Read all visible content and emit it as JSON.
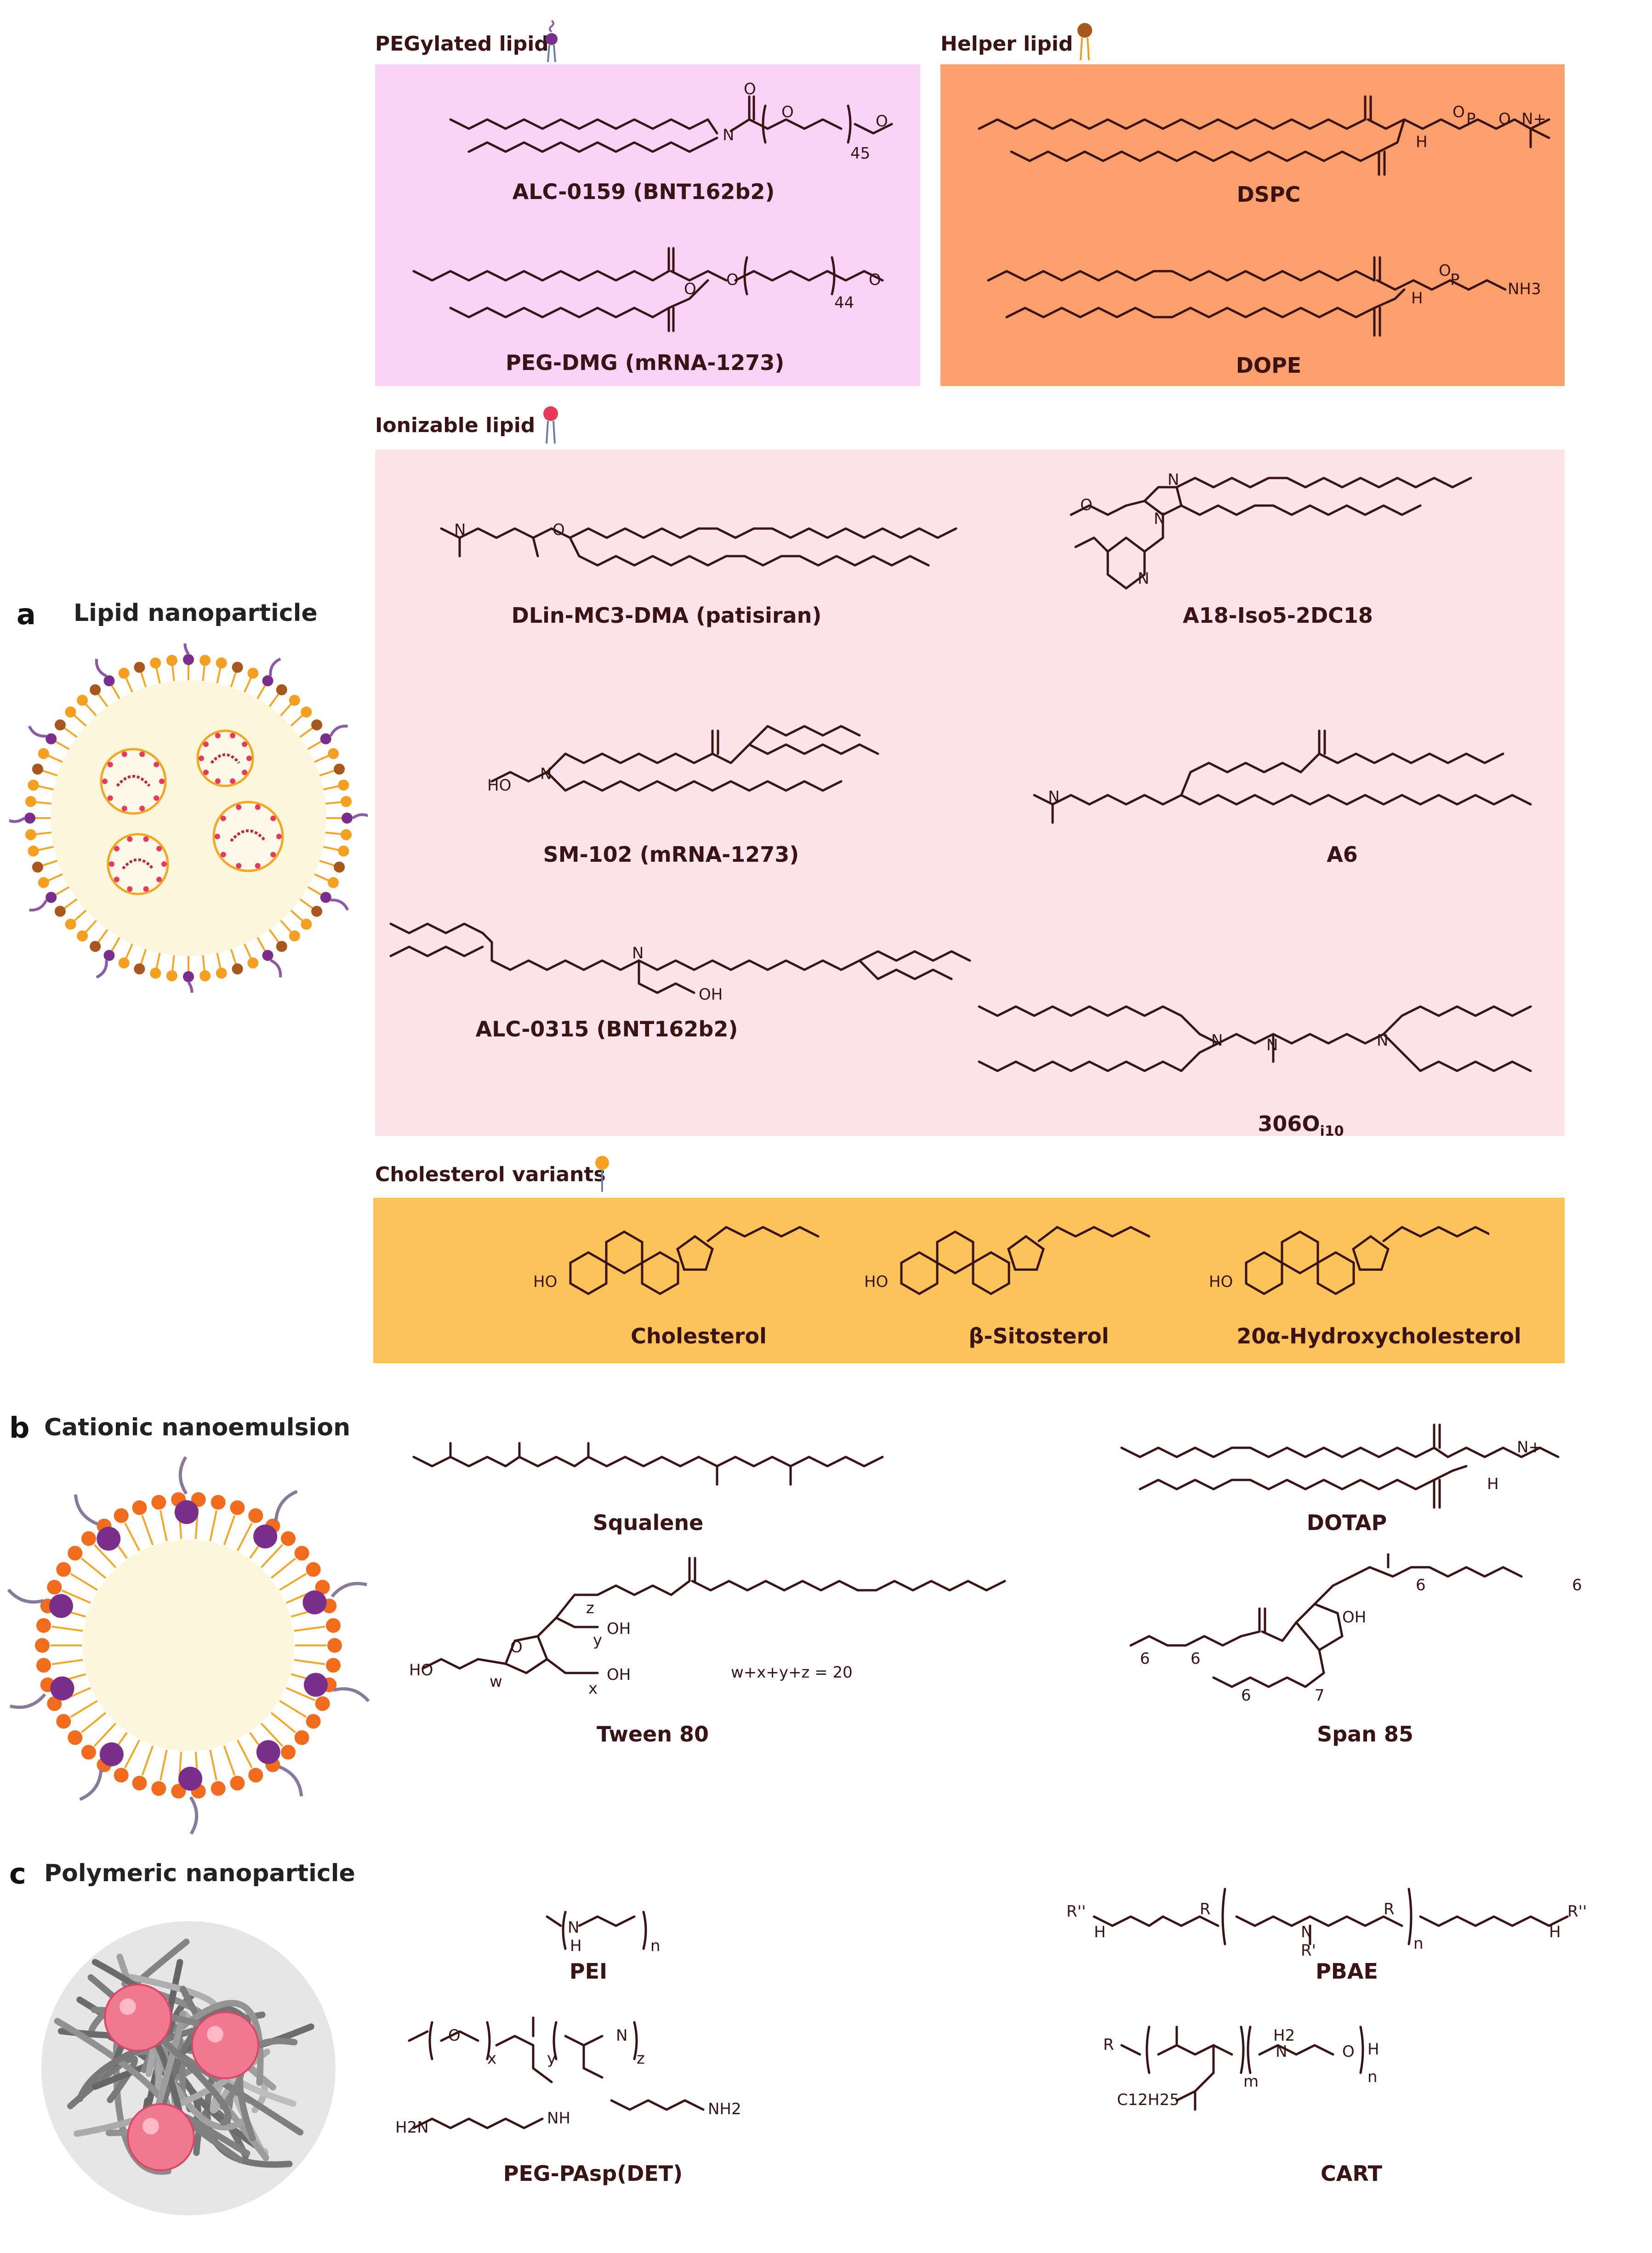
{
  "panels": {
    "a_letter": "a",
    "a_title": "Lipid nanoparticle",
    "b_letter": "b",
    "b_title": "Cationic nanoemulsion",
    "c_letter": "c",
    "c_title": "Polymeric nanoparticle"
  },
  "groups": {
    "pegylated": "PEGylated lipid",
    "helper": "Helper lipid",
    "ionizable": "Ionizable lipid",
    "cholesterol": "Cholesterol variants"
  },
  "compounds": {
    "alc0159": "ALC-0159 (BNT162b2)",
    "pegdmg": "PEG-DMG (mRNA-1273)",
    "dspc": "DSPC",
    "dope": "DOPE",
    "mc3": "DLin-MC3-DMA (patisiran)",
    "a18": "A18-Iso5-2DC18",
    "sm102": "SM-102 (mRNA-1273)",
    "a6": "A6",
    "alc0315": "ALC-0315 (BNT162b2)",
    "c306_main": "306O",
    "c306_sub": "i10",
    "cholesterol": "Cholesterol",
    "sitosterol": "β-Sitosterol",
    "hydroxychol": "20α-Hydroxycholesterol",
    "squalene": "Squalene",
    "dotap": "DOTAP",
    "tween80": "Tween 80",
    "span85": "Span 85",
    "pei": "PEI",
    "pbae": "PBAE",
    "pegpasp": "PEG-PAsp(DET)",
    "cart": "CART"
  },
  "atoms": {
    "ho": "HO",
    "oh": "OH",
    "h": "H",
    "n": "N",
    "o": "O",
    "p": "P",
    "nh": "NH",
    "nh3": "NH3",
    "h2n": "H2N",
    "nh2": "NH2",
    "n_plus": "N+",
    "r": "R",
    "r_prime": "R'",
    "r_dprime": "R''",
    "c12h25": "C12H25",
    "h2": "H2",
    "n_sub": "n",
    "m_sub": "m",
    "x_sub": "x",
    "y_sub": "y",
    "z_sub": "z",
    "w_sub": "w",
    "six": "6",
    "seven": "7",
    "peg45": "45",
    "peg44": "44",
    "tween_eq": "w+x+y+z = 20"
  },
  "colors": {
    "pegylated_bg": "#fad4f6",
    "helper_bg": "#fb9f6c",
    "ionizable_bg": "#fde4ea",
    "cholesterol_bg": "#fbc35a",
    "ink": "#3a1414"
  }
}
